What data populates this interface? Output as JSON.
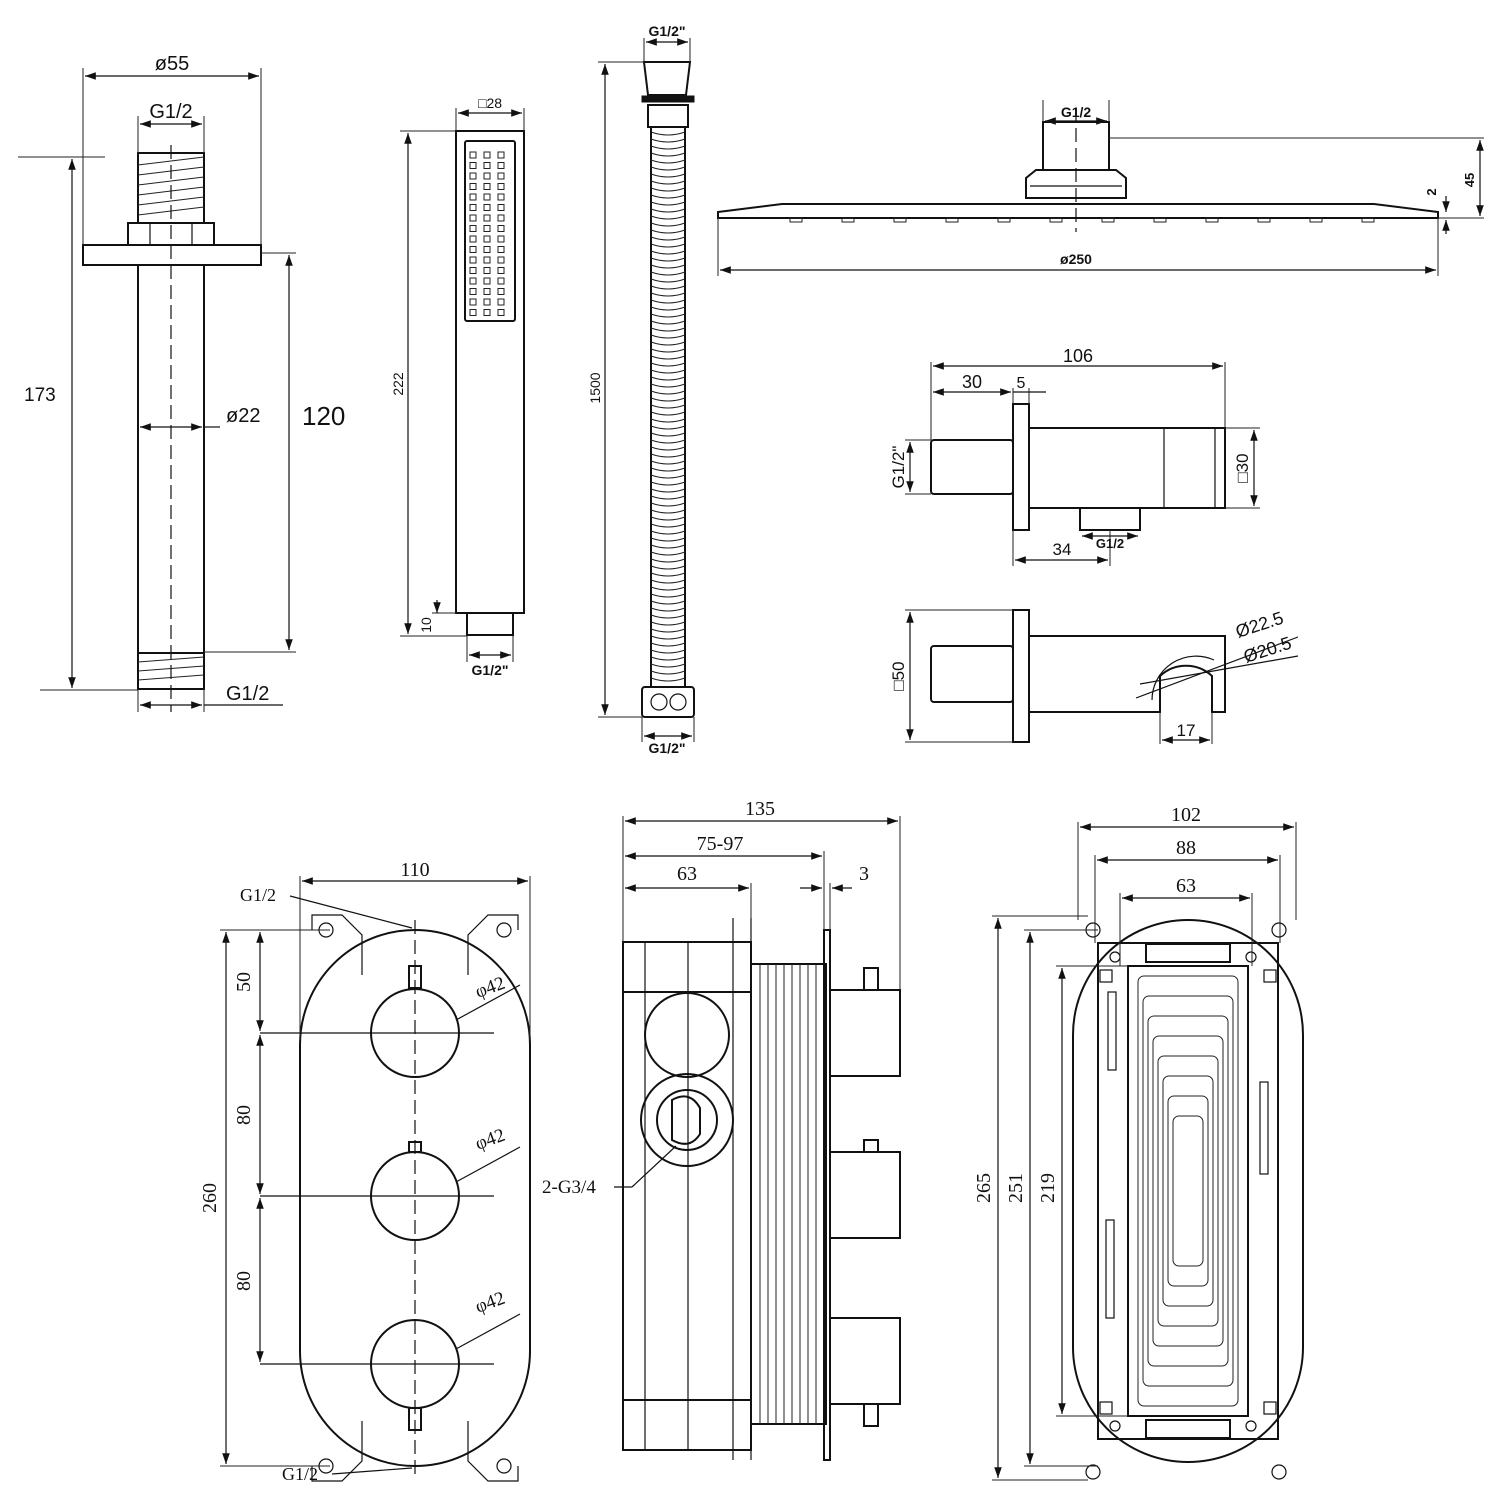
{
  "ceiling_arm": {
    "dia_top": "ø55",
    "thread_top": "G1/2",
    "total_length": "173",
    "pipe_dia": "ø22",
    "pipe_length": "120",
    "thread_bottom": "G1/2"
  },
  "handset": {
    "width": "□28",
    "length": "222",
    "end_length": "10",
    "thread": "G1/2\""
  },
  "hose": {
    "thread_top": "G1/2\"",
    "length": "1500",
    "thread_bottom": "G1/2\""
  },
  "shower_head": {
    "thread": "G1/2",
    "thickness": "2",
    "height": "45",
    "diameter": "ø250"
  },
  "wall_outlet": {
    "total_length": "106",
    "inlet_length": "30",
    "plate": "5",
    "inlet_thread": "G1/2\"",
    "body_size": "□30",
    "outlet_offset": "34",
    "outlet_thread": "G1/2"
  },
  "holder": {
    "plate_size": "□50",
    "dia_outer": "Ø22.5",
    "dia_inner": "Ø20.5",
    "width": "17"
  },
  "valve_plate": {
    "thread_top": "G1/2",
    "width": "110",
    "height": "260",
    "spacing_top": "50",
    "spacing_mid": "80",
    "spacing_low": "80",
    "knob1": "φ42",
    "knob2": "φ42",
    "knob3": "φ42",
    "thread_bottom": "G1/2"
  },
  "valve_side": {
    "depth": "135",
    "adjust": "75-97",
    "body": "63",
    "plate": "3",
    "ports": "2-G3/4"
  },
  "valve_back": {
    "width_outer": "102",
    "width_mid": "88",
    "width_inner": "63",
    "height_outer": "265",
    "height_mid": "251",
    "height_inner": "219"
  }
}
